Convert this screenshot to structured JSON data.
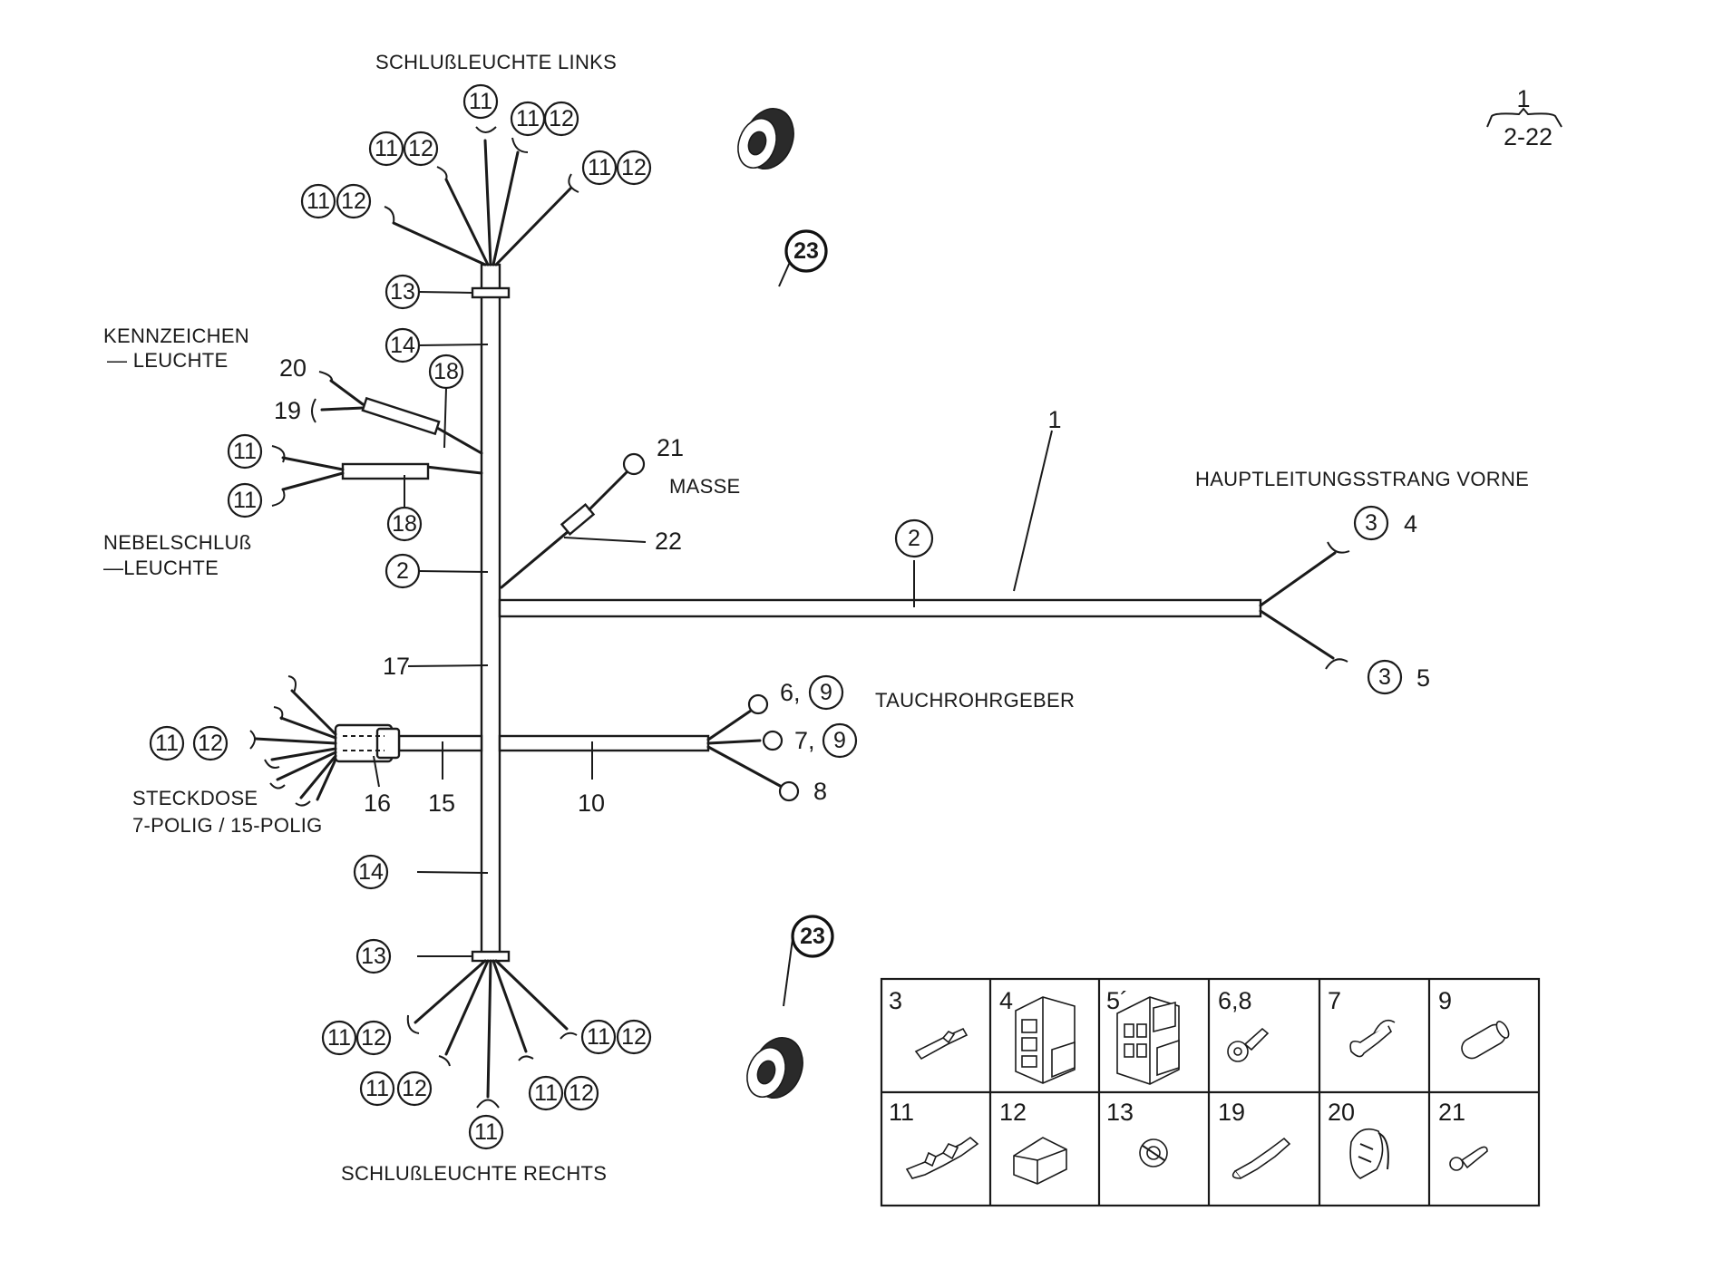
{
  "labels": {
    "schluss_links": "SCHLUßLEUCHTE LINKS",
    "schluss_rechts": "SCHLUßLEUCHTE RECHTS",
    "kennzeichen_1": "KENNZEICHEN",
    "kennzeichen_2": "— LEUCHTE",
    "nebel_1": "NEBELSCHLUß",
    "nebel_2": "—LEUCHTE",
    "masse": "MASSE",
    "haupt": "HAUPTLEITUNGSSTRANG VORNE",
    "tauch": "TAUCHROHRGEBER",
    "steck_1": "STECKDOSE",
    "steck_2": "7-POLIG / 15-POLIG"
  },
  "corner_ref": {
    "top": "1",
    "bottom": "2-22"
  },
  "legend": [
    {
      "no": "3",
      "part": "flat-terminal"
    },
    {
      "no": "4",
      "part": "multi-connector-housing"
    },
    {
      "no": "5´",
      "part": "connector-housing"
    },
    {
      "no": "6,8",
      "part": "ring-terminal"
    },
    {
      "no": "7",
      "part": "spade-terminal"
    },
    {
      "no": "9",
      "part": "sleeve"
    },
    {
      "no": "11",
      "part": "blade-terminal"
    },
    {
      "no": "12",
      "part": "single-housing"
    },
    {
      "no": "13",
      "part": "grommet-clip"
    },
    {
      "no": "19",
      "part": "pin-terminal"
    },
    {
      "no": "20",
      "part": "bulb-socket"
    },
    {
      "no": "21",
      "part": "eye-terminal"
    }
  ],
  "callouts": {
    "c11": "11",
    "c12": "12",
    "c13": "13",
    "c14": "14",
    "c18": "18",
    "c2": "2",
    "c3": "3",
    "c9": "9",
    "c23": "23",
    "n1": "1",
    "n4": "4",
    "n5": "5",
    "n6": "6,",
    "n7": "7,",
    "n8": "8",
    "n10": "10",
    "n15": "15",
    "n16": "16",
    "n17": "17",
    "n19": "19",
    "n20": "20",
    "n21": "21",
    "n22": "22"
  }
}
